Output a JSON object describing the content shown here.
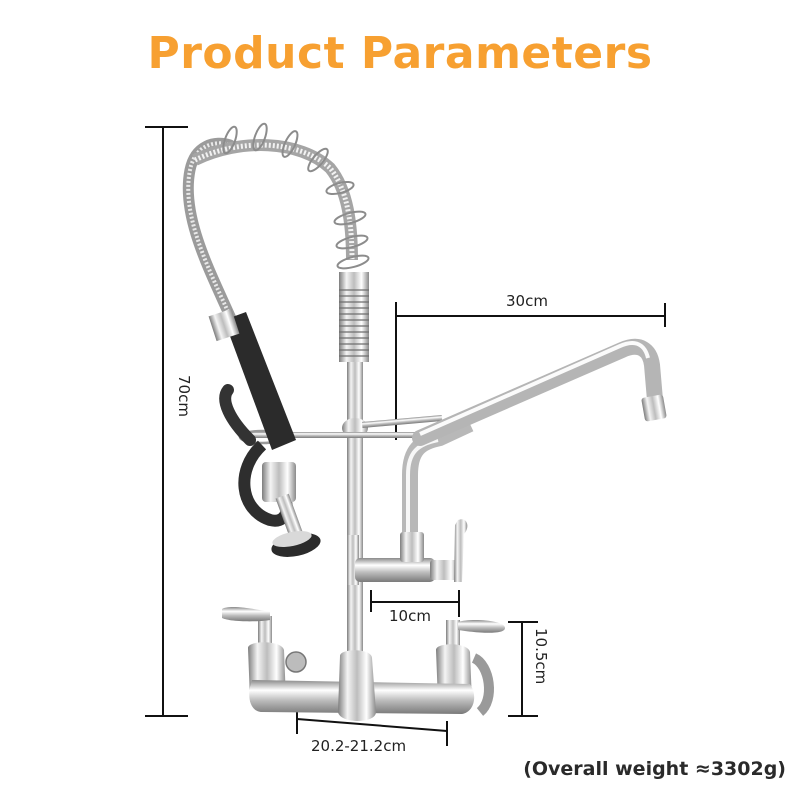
{
  "title": "Product Parameters",
  "product": {
    "name": "Pre-rinse wall-mount faucet with pull-down sprayer and add-on spout",
    "accent_color": "#f7a031"
  },
  "dimensions": {
    "overall_height": "70cm",
    "spout_reach": "30cm",
    "add_on_valve_width": "10cm",
    "base_height": "10.5cm",
    "center_spacing": "20.2-21.2cm"
  },
  "weight_note": "(Overall weight ≈3302g)",
  "icons": {
    "faucet": "faucet-illustration",
    "dimension_lines": "dimension-line"
  }
}
